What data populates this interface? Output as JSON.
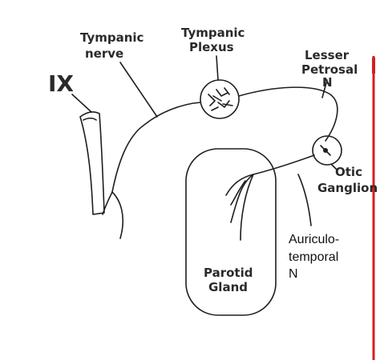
{
  "labels": {
    "ix": "IX",
    "tympanic_nerve": [
      "Tympanic",
      "nerve"
    ],
    "tympanic_plexus": [
      "Tympanic",
      "Plexus"
    ],
    "lesser_petrosal": [
      "Lesser",
      "Petrosal",
      "N"
    ],
    "otic_ganglion": [
      "Otic",
      "Ganglion"
    ],
    "auriculotemporal": [
      "Auriculo-",
      "temporal",
      "N"
    ],
    "parotid_gland": [
      "Parotid",
      "Gland"
    ]
  },
  "colors": {
    "ink": "#1e1e1e",
    "border_red": "#d42020",
    "background": "#ffffff"
  }
}
